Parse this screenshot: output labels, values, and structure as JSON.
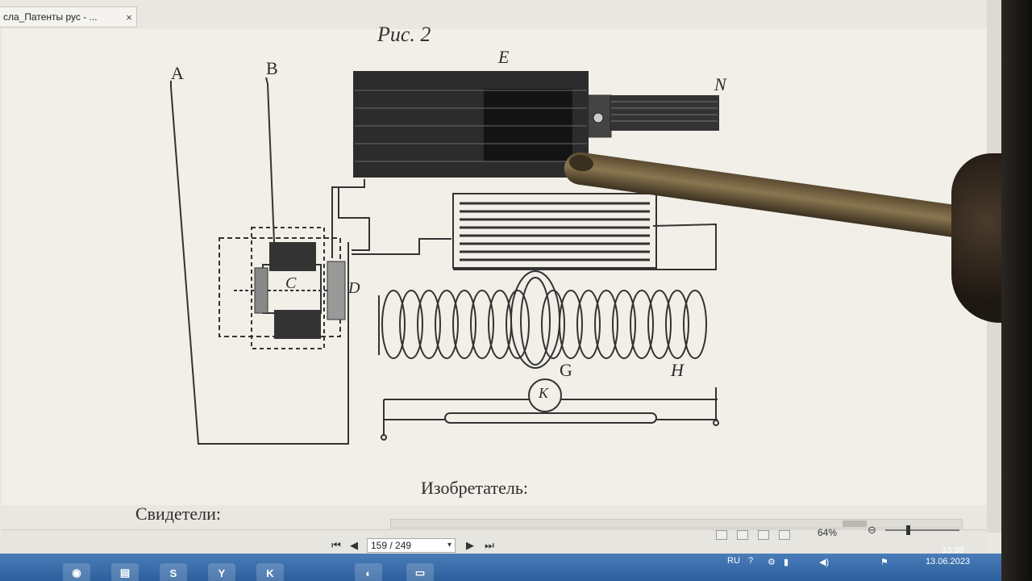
{
  "window": {
    "tab_title": "сла_Патенты рус - ...",
    "close": "×"
  },
  "document": {
    "figure_caption": "Рис. 2",
    "diagram_labels": {
      "A": "A",
      "B": "B",
      "E": "E",
      "N": "N",
      "C": "C",
      "D": "D",
      "G": "G",
      "H": "H",
      "K": "K"
    },
    "inventor_label": "Изобретатель:",
    "witnesses_label": "Свидетели:"
  },
  "pdf_toolbar": {
    "first_page": "⏮",
    "prev_page": "◀",
    "page_indicator": "159 / 249",
    "page_dropdown": "▾",
    "next_page": "▶",
    "last_page": "⏭",
    "zoom": "64%",
    "zoom_minus": "⊖"
  },
  "taskbar": {
    "apps": [
      {
        "name": "chrome-icon",
        "glyph": "◉"
      },
      {
        "name": "folder-icon",
        "glyph": "▤"
      },
      {
        "name": "skype-icon",
        "glyph": "S"
      },
      {
        "name": "yandex-icon",
        "glyph": "Y"
      },
      {
        "name": "app-icon",
        "glyph": "K"
      },
      {
        "name": "media-icon",
        "glyph": "◐"
      },
      {
        "name": "document-icon",
        "glyph": "▭"
      }
    ],
    "tray": {
      "language": "RU",
      "help": "?",
      "time": "13:38",
      "date": "13.06.2023"
    }
  }
}
